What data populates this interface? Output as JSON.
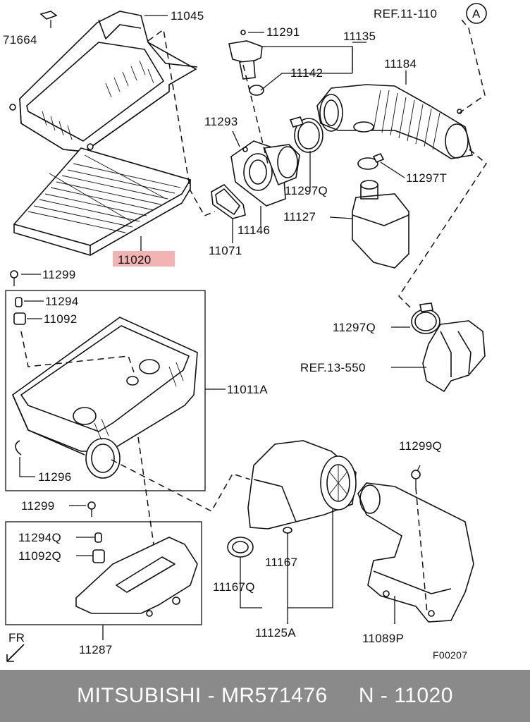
{
  "labels": {
    "p71664": "71664",
    "p11045": "11045",
    "p11291": "11291",
    "p11135": "11135",
    "ref11110": "REF.11-110",
    "refA": "A",
    "p11184": "11184",
    "p11142": "11142",
    "p11293": "11293",
    "p11297Q_top": "11297Q",
    "p11297T": "11297T",
    "p11127": "11127",
    "p11146": "11146",
    "p11071": "11071",
    "p11020": "11020",
    "p11299_top": "11299",
    "p11294": "11294",
    "p11092": "11092",
    "p11297Q_mid": "11297Q",
    "ref13550": "REF.13-550",
    "p11011A": "11011A",
    "p11296": "11296",
    "p11299Q": "11299Q",
    "p11299_mid": "11299",
    "p11294Q": "11294Q",
    "p11092Q": "11092Q",
    "p11167": "11167",
    "p11167Q": "11167Q",
    "p11125A": "11125A",
    "p11089P": "11089P",
    "p11287": "11287",
    "fr": "FR",
    "figcode": "F00207"
  },
  "colors": {
    "highlight": "#f2b3b3",
    "footer_bg": "#8a8a8a",
    "footer_text": "#ffffff"
  },
  "footer": {
    "brand": "MITSUBISHI",
    "sep": " - ",
    "part_number": "MR571476",
    "ref": "N - 11020"
  }
}
